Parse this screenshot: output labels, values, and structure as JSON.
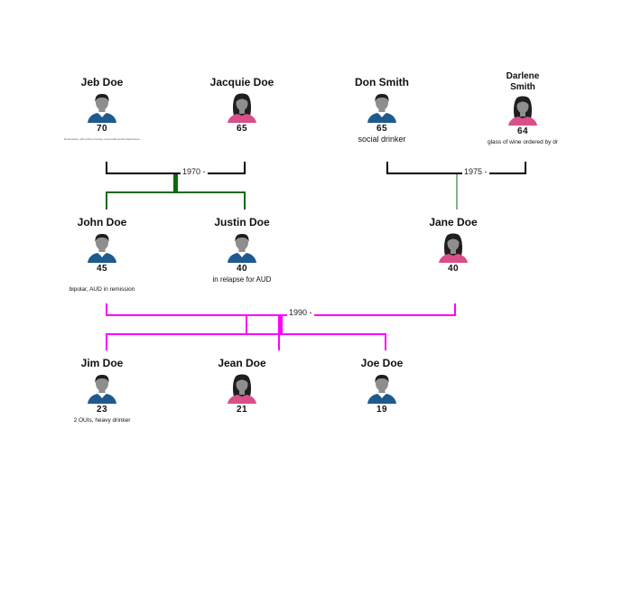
{
  "people": {
    "jeb": {
      "name": "Jeb Doe",
      "age": "70",
      "note": "No depression, with a history of anxiety, and possible alcohol-related issues.",
      "gender": "male"
    },
    "jacquie": {
      "name": "Jacquie Doe",
      "age": "65",
      "note": "",
      "gender": "female"
    },
    "don": {
      "name": "Don Smith",
      "age": "65",
      "note": "social drinker",
      "gender": "male"
    },
    "darlene": {
      "name": "Darlene\nSmith",
      "age": "64",
      "note": "glass of wine ordered by dr",
      "gender": "female"
    },
    "john": {
      "name": "John Doe",
      "age": "45",
      "note": "bipolar, AUD in remission",
      "gender": "male"
    },
    "justin": {
      "name": "Justin Doe",
      "age": "40",
      "note": "in relapse for AUD",
      "gender": "male"
    },
    "jane": {
      "name": "Jane Doe",
      "age": "40",
      "note": "",
      "gender": "female"
    },
    "jim": {
      "name": "Jim Doe",
      "age": "23",
      "note": "2 OUIs, heavy drinker",
      "gender": "male"
    },
    "jean": {
      "name": "Jean Doe",
      "age": "21",
      "note": "",
      "gender": "female"
    },
    "joe": {
      "name": "Joe Doe",
      "age": "19",
      "note": "",
      "gender": "male"
    }
  },
  "relationships": {
    "jeb_jacquie": {
      "label": "1970 -",
      "color": "#000000",
      "child_color": "#0a6b0a"
    },
    "don_darlene": {
      "label": "1975 -",
      "color": "#000000",
      "child_color": "#0a6b0a"
    },
    "john_jane": {
      "label": "1990 -",
      "color": "#ff00ff",
      "child_color": "#ff00ff"
    }
  },
  "colors": {
    "male_shirt": "#1f5a8f",
    "female_shirt": "#d94f8a",
    "skin": "#8e8e8e",
    "hair": "#1e1e1e"
  }
}
